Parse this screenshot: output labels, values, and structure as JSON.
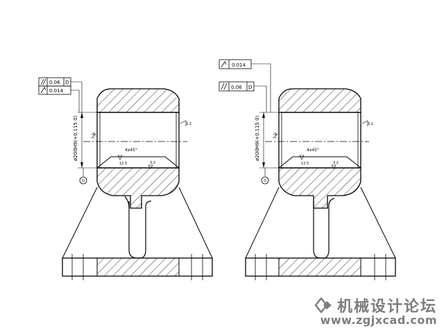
{
  "views": [
    {
      "id": "left",
      "fcf_top": {
        "symbol": "parallelism",
        "value": "0.06",
        "datum": "D"
      },
      "fcf_bottom": {
        "symbol": "circular-runout",
        "value": "0.014"
      },
      "bore_dim": "ø200H9(+0.115 0)",
      "roughness_bore": "3.2",
      "roughness_right": "3.2",
      "roughness_bottom_left": "12.5",
      "roughness_bottom_right": "3.2",
      "chamfer": "4x45°",
      "datum": "D"
    },
    {
      "id": "right",
      "fcf_top": {
        "symbol": "circular-runout",
        "value": "0.014"
      },
      "fcf_bottom": {
        "symbol": "parallelism",
        "value": "0.06",
        "datum": "D"
      },
      "bore_dim": "ø200H9(+0.115 0)",
      "roughness_bore": "3.2",
      "roughness_right": "3.2",
      "roughness_bottom_left": "12.5",
      "roughness_bottom_right": "3.2",
      "chamfer": "4x45°",
      "datum": "D"
    }
  ],
  "watermark": {
    "title": "机械设计论坛",
    "url": "www.zgjxcad.com",
    "logo_icon": "diamond-logo-icon"
  },
  "colors": {
    "line": "#000000",
    "watermark": "#7d7d7d"
  }
}
